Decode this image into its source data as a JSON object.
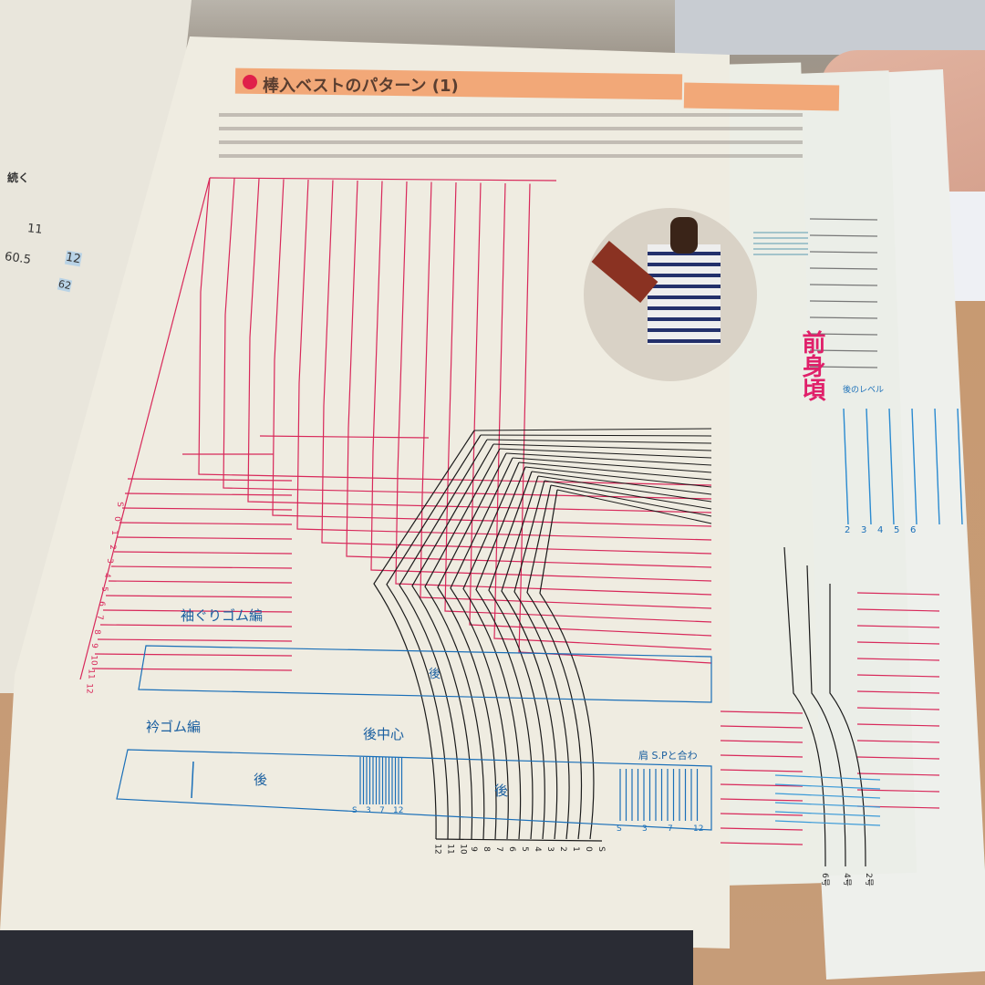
{
  "header": {
    "title": "棒入ベストのパターン (1)",
    "badge_color": "#e0204a",
    "band_color": "#f2a878"
  },
  "left_page": {
    "table_values": [
      "11",
      "12",
      "60.5",
      "62"
    ],
    "side_text": "続く"
  },
  "pattern": {
    "armhole_rib_label": "袖ぐりゴム編",
    "collar_rib_label": "衿ゴム編",
    "back_center_label": "後中心",
    "back_label": "後",
    "back_label_2": "後",
    "back_label_3": "後",
    "shoulder_label": "肩  S.Pと合わ",
    "collar_size_ticks": [
      "S",
      "3",
      "7",
      "12"
    ],
    "shoulder_size_ticks": [
      "S",
      "3",
      "7",
      "12"
    ],
    "bottom_size_ticks": [
      "12",
      "11",
      "10",
      "9",
      "8",
      "7",
      "6",
      "5",
      "4",
      "3",
      "2",
      "1",
      "0",
      "S"
    ],
    "left_size_ticks": [
      "S",
      "0",
      "1",
      "2",
      "3",
      "4",
      "5",
      "6",
      "7",
      "8",
      "9",
      "10",
      "11",
      "12"
    ]
  },
  "right_pages": {
    "front_label": "前身頃",
    "back_level_label": "後のレベル",
    "size_ticks": [
      "2",
      "3",
      "4",
      "5",
      "6"
    ],
    "bottom_ticks": [
      "6号",
      "4号",
      "2号"
    ]
  },
  "colors": {
    "pink_line": "#d8285a",
    "blue_line": "#1a6fb8",
    "black_line": "#1a1a1a",
    "paper": "#efece1"
  }
}
